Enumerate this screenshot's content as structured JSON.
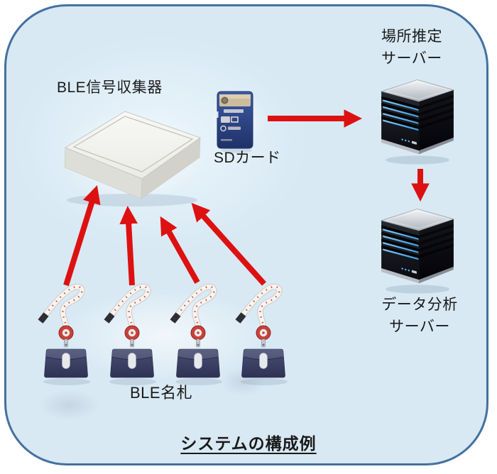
{
  "diagram": {
    "title": "システムの構成例",
    "nodes": {
      "collector": {
        "label": "BLE信号収集器"
      },
      "sd_card": {
        "label": "SDカード"
      },
      "location_server": {
        "label_line1": "場所推定",
        "label_line2": "サーバー"
      },
      "analysis_server": {
        "label_line1": "データ分析",
        "label_line2": "サーバー"
      },
      "badges": {
        "label": "BLE名札",
        "count": 4
      }
    },
    "flows": [
      {
        "from": "ble-badge-1",
        "to": "collector"
      },
      {
        "from": "ble-badge-2",
        "to": "collector"
      },
      {
        "from": "ble-badge-3",
        "to": "collector"
      },
      {
        "from": "ble-badge-4",
        "to": "collector"
      },
      {
        "from": "sd_card",
        "to": "location_server"
      },
      {
        "from": "location_server",
        "to": "analysis_server"
      }
    ],
    "icons": {
      "collector": "ble-collector-device-icon",
      "sd_card": "sd-card-icon",
      "location_server": "server-tower-icon",
      "analysis_server": "server-tower-icon",
      "badge": "ble-badge-lanyard-icon",
      "arrow": "red-arrow-icon"
    },
    "colors": {
      "canvas_background": "#FFFFFF",
      "frame_fill": "#D8E9F4",
      "frame_border": "#44719F",
      "arrow_red": "#DD1111",
      "text": "#1A1A1A",
      "server_led_blue": "#56AEEA",
      "badge_holder_navy": "#353B5E",
      "badge_reel_red": "#C8423A",
      "sd_card_blue": "#2E4E9E",
      "sd_card_label_tan": "#CDBD9C",
      "collector_body": "#F0F0ED"
    }
  }
}
